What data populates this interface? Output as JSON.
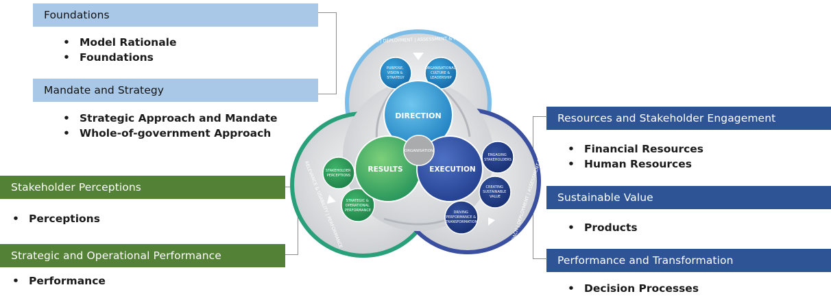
{
  "left_panels": [
    {
      "header": "Foundations",
      "items": [
        "Model Rationale",
        "Foundations"
      ]
    },
    {
      "header": "Mandate and Strategy",
      "items": [
        "Strategic Approach and Mandate",
        "Whole-of-government Approach"
      ]
    },
    {
      "header": "Stakeholder Perceptions",
      "items": [
        "Perceptions"
      ]
    },
    {
      "header": "Strategic and Operational Performance",
      "items": [
        "Performance"
      ]
    }
  ],
  "right_panels": [
    {
      "header": "Resources and Stakeholder Engagement",
      "items": [
        "Financial Resources",
        "Human Resources"
      ]
    },
    {
      "header": "Sustainable Value",
      "items": [
        "Products"
      ]
    },
    {
      "header": "Performance and Transformation",
      "items": [
        "Decision Processes"
      ]
    }
  ],
  "diagram": {
    "direction": "DIRECTION",
    "results": "RESULTS",
    "execution": "EXECUTION",
    "organisation": "ORGANISATION",
    "purpose": [
      "PURPOSE,",
      "VISION &",
      "STRATEGY"
    ],
    "culture": [
      "ORGANISATIONAL",
      "CULTURE &",
      "LEADERSHIP"
    ],
    "engaging": [
      "ENGAGING",
      "STAKEHOLDERS"
    ],
    "creating": [
      "CREATING",
      "SUSTAINABLE",
      "VALUE"
    ],
    "driving": [
      "DRIVING",
      "PERFORMANCE &",
      "TRANSFORMATION"
    ],
    "stakeholder_perceptions": [
      "STAKEHOLDER",
      "PERCEPTIONS"
    ],
    "strategic_performance": [
      "STRATEGIC &",
      "OPERATIONAL",
      "PERFORMANCE"
    ],
    "ring_top": "APPROACH | DEPLOYMENT | ASSESSMENT & REFINEMENT",
    "ring_right": "APPROACH | DEPLOYMENT | ASSESSMENT & REFINEMENT",
    "ring_left": "RELEVANCE & USABILITY | PERFORMANCE"
  },
  "colors": {
    "light_blue": "#a9c8e8",
    "green": "#538135",
    "navy": "#2f5496"
  }
}
